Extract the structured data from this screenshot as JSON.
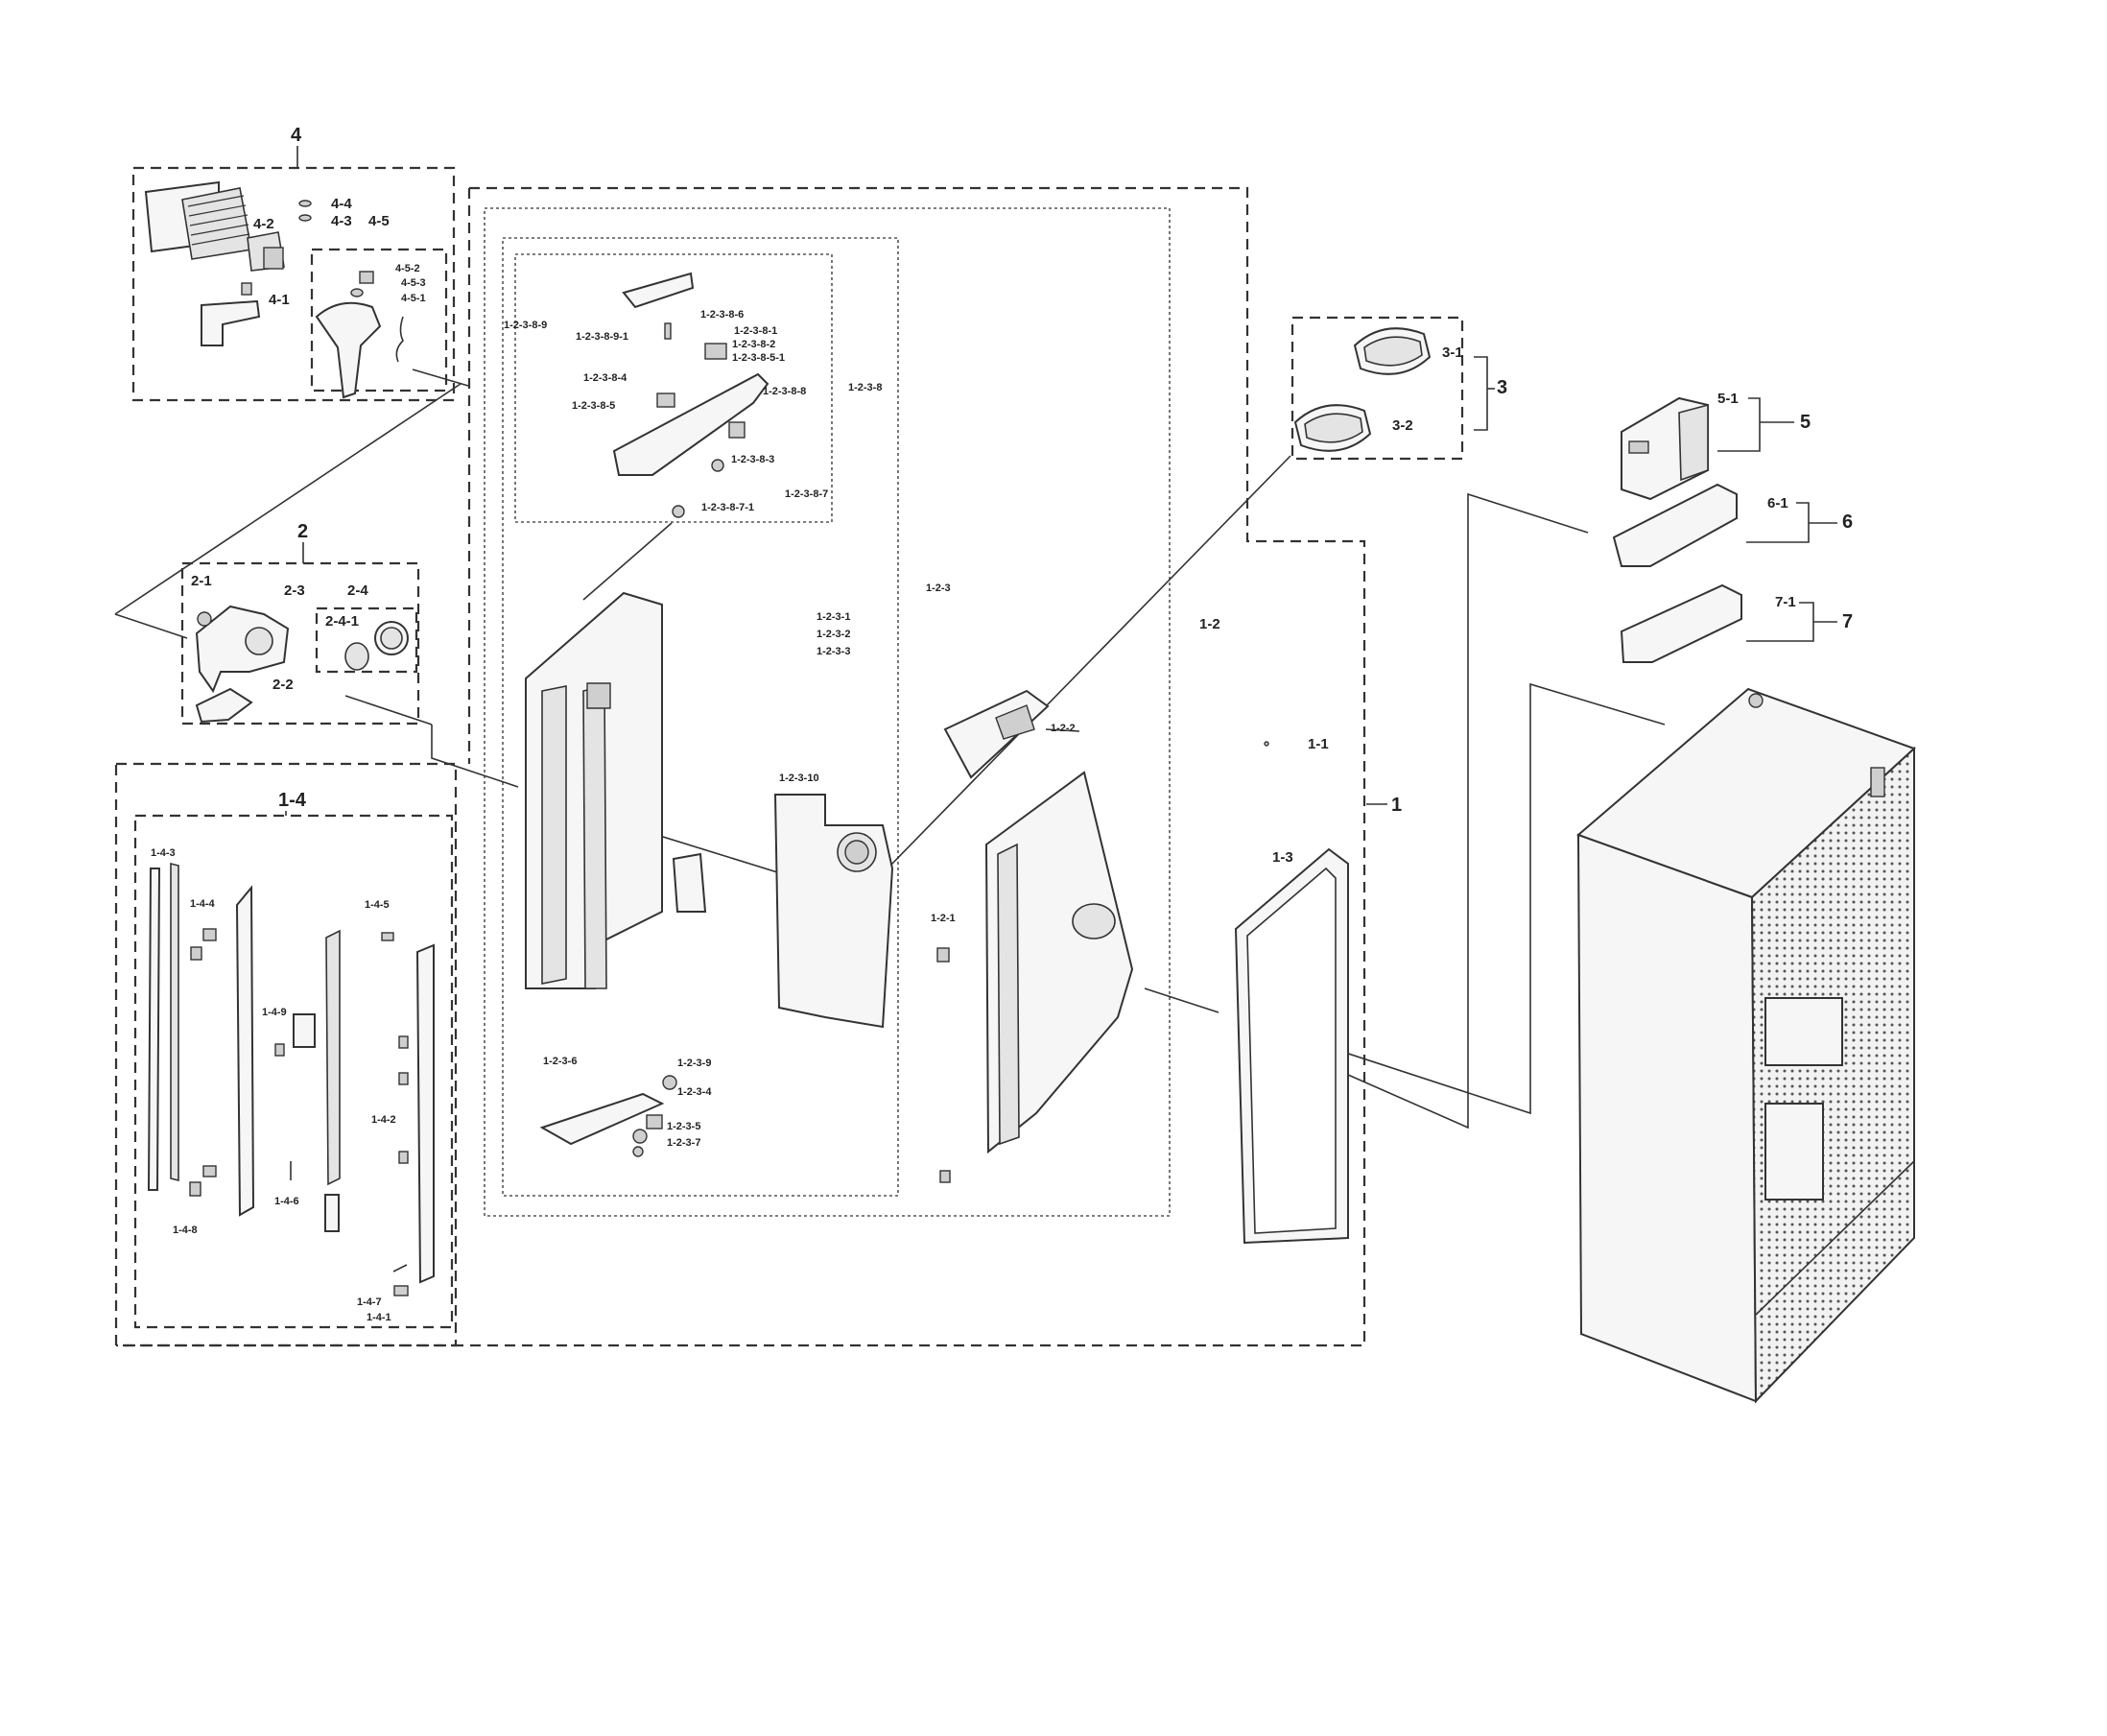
{
  "labels": {
    "l_4": "4",
    "l_4_4": "4-4",
    "l_4_3": "4-3",
    "l_4_5": "4-5",
    "l_4_2": "4-2",
    "l_4_1": "4-1",
    "l_4_5_2": "4-5-2",
    "l_4_5_3": "4-5-3",
    "l_4_5_1": "4-5-1",
    "l_2": "2",
    "l_2_1": "2-1",
    "l_2_3": "2-3",
    "l_2_4": "2-4",
    "l_2_4_1": "2-4-1",
    "l_2_2": "2-2",
    "l_1_4": "1-4",
    "l_1_4_3": "1-4-3",
    "l_1_4_4": "1-4-4",
    "l_1_4_5": "1-4-5",
    "l_1_4_9": "1-4-9",
    "l_1_4_2": "1-4-2",
    "l_1_4_6": "1-4-6",
    "l_1_4_8": "1-4-8",
    "l_1_4_7": "1-4-7",
    "l_1_4_1": "1-4-1",
    "l_1_2_3_8_9": "1-2-3-8-9",
    "l_1_2_3_8_9_1": "1-2-3-8-9-1",
    "l_1_2_3_8_6": "1-2-3-8-6",
    "l_1_2_3_8_1": "1-2-3-8-1",
    "l_1_2_3_8_2": "1-2-3-8-2",
    "l_1_2_3_8_5_1": "1-2-3-8-5-1",
    "l_1_2_3_8_4": "1-2-3-8-4",
    "l_1_2_3_8_5": "1-2-3-8-5",
    "l_1_2_3_8_8": "1-2-3-8-8",
    "l_1_2_3_8": "1-2-3-8",
    "l_1_2_3_8_3": "1-2-3-8-3",
    "l_1_2_3_8_7": "1-2-3-8-7",
    "l_1_2_3_8_7_1": "1-2-3-8-7-1",
    "l_1_2_3": "1-2-3",
    "l_1_2_3_1": "1-2-3-1",
    "l_1_2_3_2": "1-2-3-2",
    "l_1_2_3_3": "1-2-3-3",
    "l_1_2_3_10": "1-2-3-10",
    "l_1_2_3_6": "1-2-3-6",
    "l_1_2_3_9": "1-2-3-9",
    "l_1_2_3_4": "1-2-3-4",
    "l_1_2_3_5": "1-2-3-5",
    "l_1_2_3_7": "1-2-3-7",
    "l_1_2": "1-2",
    "l_1_2_2": "1-2-2",
    "l_1_2_1": "1-2-1",
    "l_1_1": "1-1",
    "l_1_3": "1-3",
    "l_1": "1",
    "l_3": "3",
    "l_3_1": "3-1",
    "l_3_2": "3-2",
    "l_5": "5",
    "l_5_1": "5-1",
    "l_6": "6",
    "l_6_1": "6-1",
    "l_7": "7",
    "l_7_1": "7-1"
  }
}
